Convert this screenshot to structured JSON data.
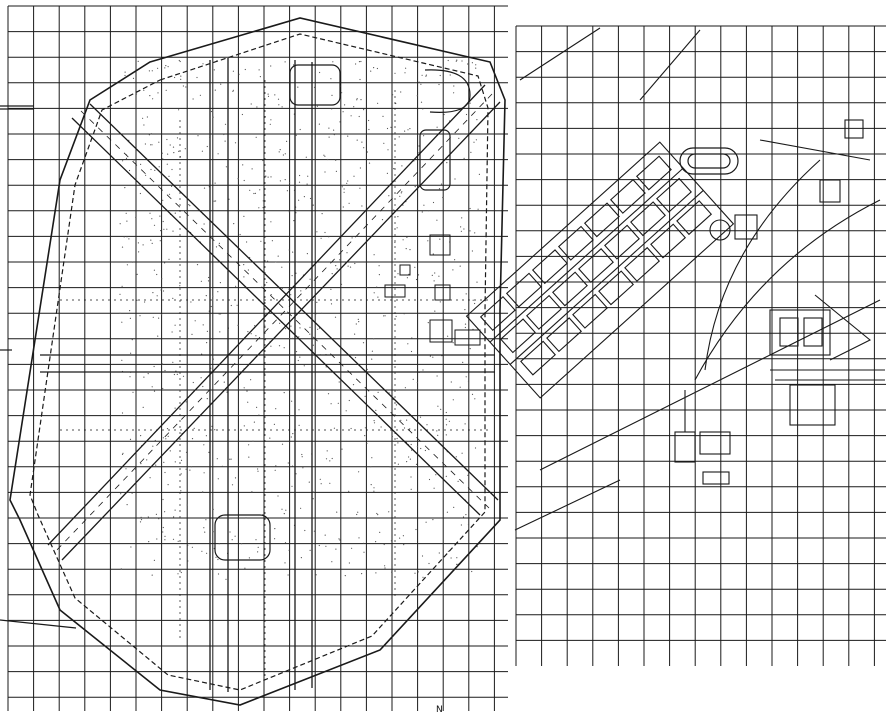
{
  "map": {
    "kind": "scanned airfield base plan with survey grid",
    "north_marker": "N",
    "colors": {
      "ink": "#1a1a1a",
      "paper": "#ffffff",
      "stipple": "#555555"
    },
    "features": [
      "runway-nw-se",
      "runway-ne-sw",
      "runway-n-s",
      "runway-e-w",
      "perimeter-taxiway",
      "cantonment-building-cluster",
      "oval-track",
      "railroad-spur",
      "hangar-line",
      "water-tank-area"
    ]
  }
}
